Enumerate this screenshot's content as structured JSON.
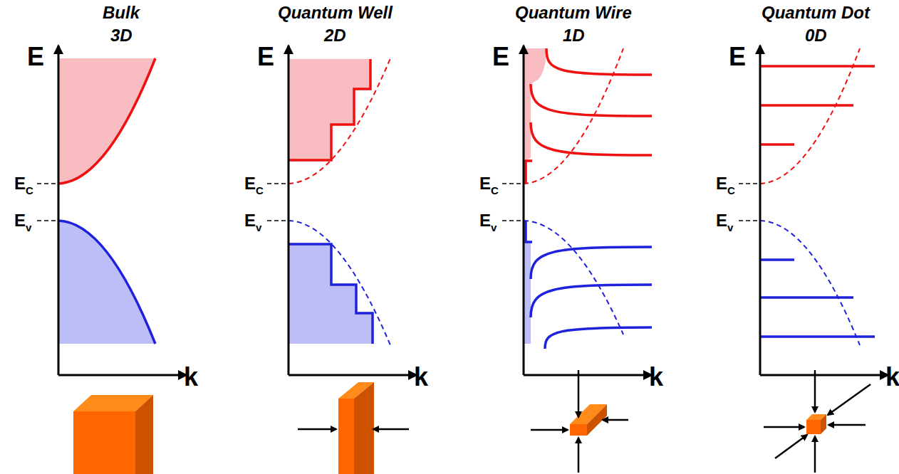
{
  "diagram": {
    "labels": [
      "Bulk",
      "3D",
      "Quantum Well",
      "2D",
      "Quantum Wire",
      "1D",
      "Quantum Dot",
      "0D",
      "E",
      "k",
      "E",
      "C",
      "E",
      "v",
      "E",
      "k",
      "E",
      "C",
      "E",
      "v",
      "E",
      "k",
      "E",
      "C",
      "E",
      "v",
      "E",
      "k",
      "E",
      "C",
      "E",
      "v"
    ]
  }
}
